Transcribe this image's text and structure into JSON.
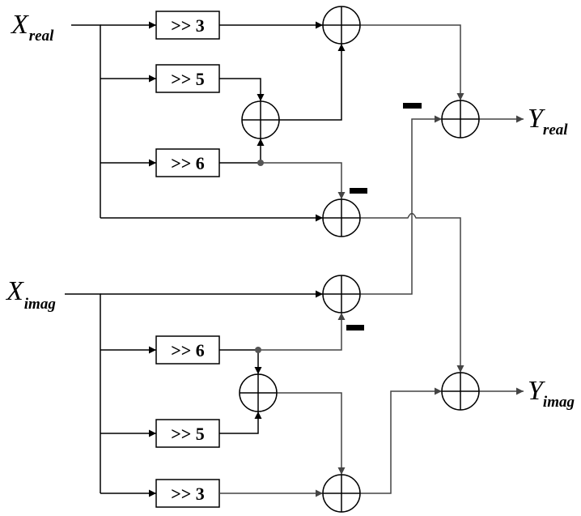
{
  "inputs": {
    "x_real": {
      "main": "X",
      "sub": "real"
    },
    "x_imag": {
      "main": "X",
      "sub": "imag"
    }
  },
  "outputs": {
    "y_real": {
      "main": "Y",
      "sub": "real"
    },
    "y_imag": {
      "main": "Y",
      "sub": "imag"
    }
  },
  "shifters": {
    "top_shift3": ">> 3",
    "top_shift5": ">> 5",
    "top_shift6": ">> 6",
    "bottom_shift6": ">> 6",
    "bottom_shift5": ">> 5",
    "bottom_shift3": ">> 3"
  },
  "colors": {
    "line": "#000000",
    "line_gray": "#444444",
    "junction": "#555555",
    "background": "#ffffff"
  }
}
